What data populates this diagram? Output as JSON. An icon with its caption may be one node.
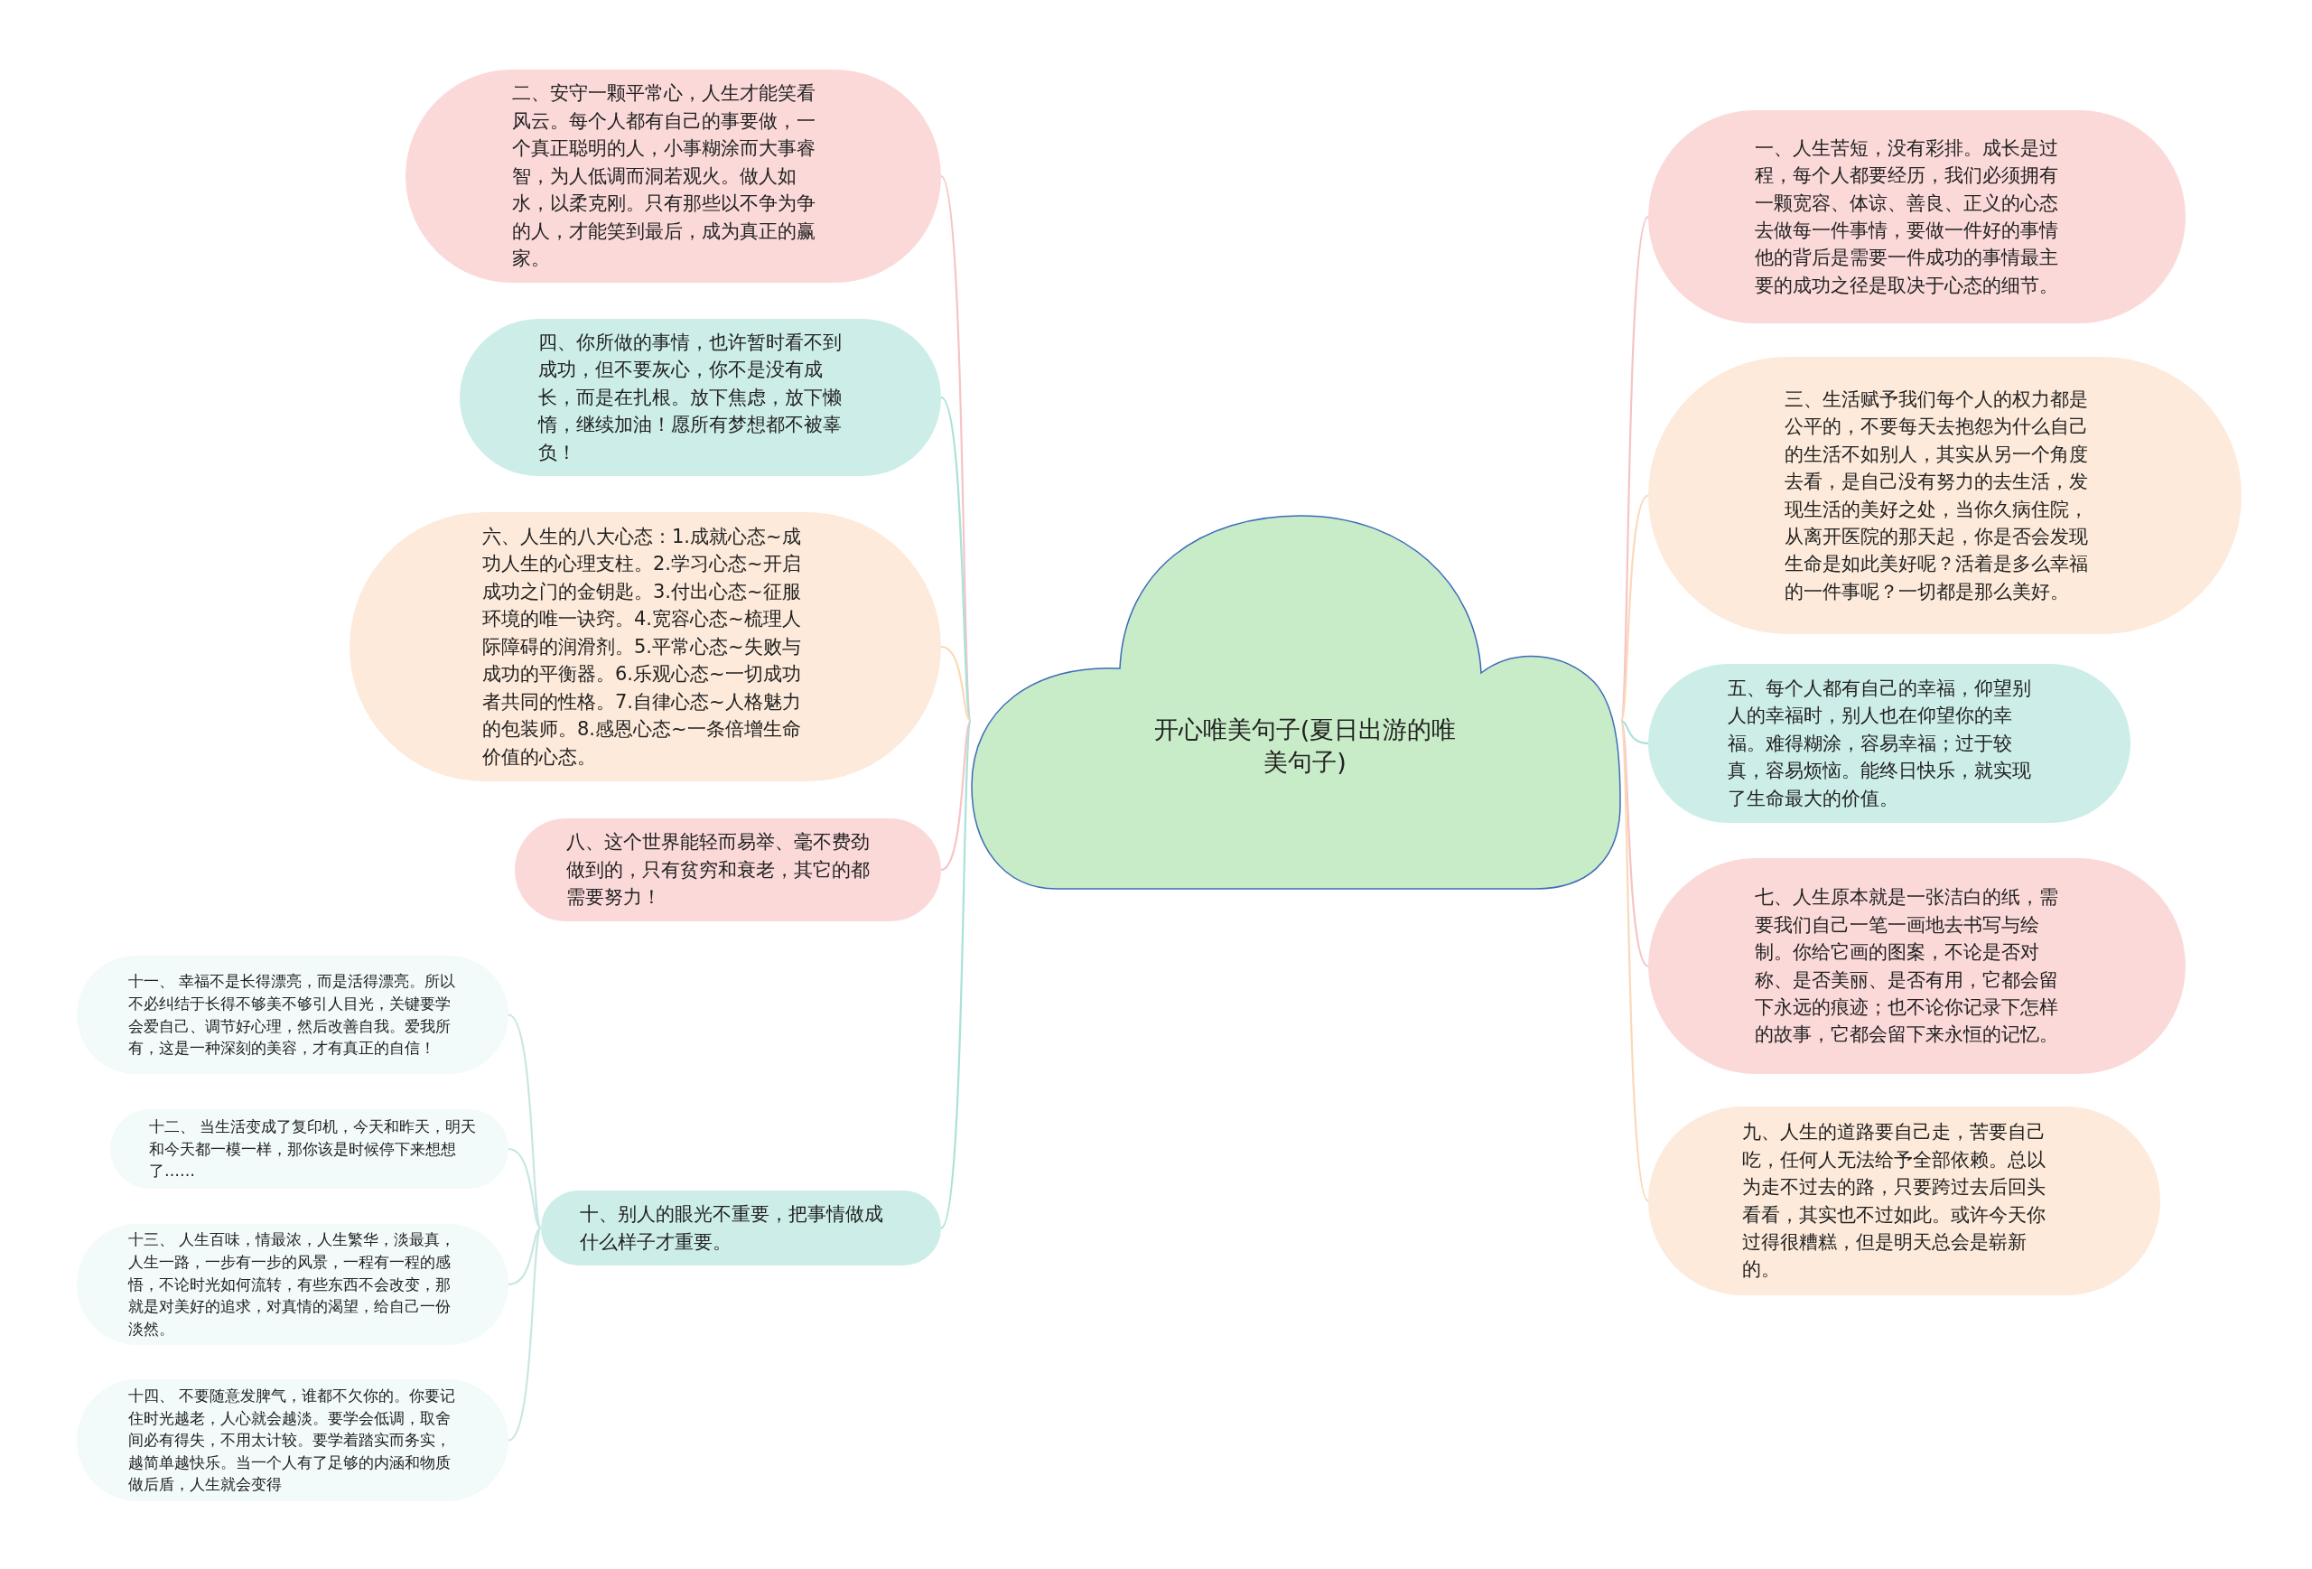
{
  "diagram": {
    "nodes": [
      {
        "text": [
          "开心唯美句子(夏日出游的唯美句子)"
        ]
      },
      {
        "text": [
          "二、安守一颗平常心，人生才能笑看风云。每个人都有自己的事要做，一个真正聪明的人，小事糊涂而大事睿智，为人低调而洞若观火。做人如水，以柔克刚。只有那些以不争为争的人，才能笑到最后，成为真正的赢家。"
        ]
      },
      {
        "text": [
          "四、你所做的事情，也许暂时看不到成功，但不要灰心，你不是没有成长，而是在扎根。放下焦虑，放下懒惰，继续加油！愿所有梦想都不被辜负！"
        ]
      },
      {
        "text": [
          "六、人生的八大心态：1.成就心态~成功人生的心理支柱。2.学习心态~开启成功之门的金钥匙。3.付出心态~征服环境的唯一诀窍。4.宽容心态~梳理人际障碍的润滑剂。5.平常心态~失败与成功的平衡器。6.乐观心态~一切成功者共同的性格。7.自律心态~人格魅力的包装师。8.感恩心态~一条倍增生命价值的心态。"
        ]
      },
      {
        "text": [
          "八、这个世界能轻而易举、毫不费劲做到的，只有贫穷和衰老，其它的都需要努力！"
        ]
      },
      {
        "text": [
          "十、别人的眼光不重要，把事情做成什么样子才重要。"
        ]
      },
      {
        "text": [
          "十一、 幸福不是长得漂亮，而是活得漂亮。所以不必纠结于长得不够美不够引人目光，关键要学会爱自己、调节好心理，然后改善自我。爱我所有，这是一种深刻的美容，才有真正的自信！"
        ]
      },
      {
        "text": [
          "十二、 当生活变成了复印机，今天和昨天，明天和今天都一模一样，那你该是时候停下来想想了……"
        ]
      },
      {
        "text": [
          "十三、 人生百味，情最浓，人生繁华，淡最真，人生一路，一步有一步的风景，一程有一程的感悟，不论时光如何流转，有些东西不会改变，那就是对美好的追求，对真情的渴望，给自己一份淡然。"
        ]
      },
      {
        "text": [
          "十四、 不要随意发脾气，谁都不欠你的。你要记住时光越老，人心就会越淡。要学会低调，取舍间必有得失，不用太计较。要学着踏实而务实，越简单越快乐。当一个人有了足够的内涵和物质做后盾，人生就会变得"
        ]
      },
      {
        "text": [
          "一、人生苦短，没有彩排。成长是过程，每个人都要经历，我们必须拥有一颗宽容、体谅、善良、正义的心态去做每一件事情，要做一件好的事情他的背后是需要一件成功的事情最主要的成功之径是取决于心态的细节。"
        ]
      },
      {
        "text": [
          "三、生活赋予我们每个人的权力都是公平的，不要每天去抱怨为什么自己的生活不如别人，其实从另一个角度去看，是自己没有努力的去生活，发现生活的美好之处，当你久病住院，从离开医院的那天起，你是否会发现生命是如此美好呢？活着是多么幸福的一件事呢？一切都是那么美好。"
        ]
      },
      {
        "text": [
          "五、每个人都有自己的幸福，仰望别人的幸福时，别人也在仰望你的幸福。难得糊涂，容易幸福；过于较真，容易烦恼。能终日快乐，就实现了生命最大的价值。"
        ]
      },
      {
        "text": [
          "七、人生原本就是一张洁白的纸，需要我们自己一笔一画地去书写与绘制。你给它画的图案，不论是否对称、是否美丽、是否有用，它都会留下永远的痕迹；也不论你记录下怎样的故事，它都会留下来永恒的记忆。"
        ]
      },
      {
        "text": [
          "九、人生的道路要自己走，苦要自己吃，任何人无法给予全部依赖。总以为走不过去的路，只要跨过去后回头看看，其实也不过如此。或许今天你过得很糟糕，但是明天总会是崭新的。"
        ]
      }
    ],
    "edges": [
      {
        "from": 0,
        "to": 1,
        "arrow": "none",
        "color": "#f6c4c4"
      },
      {
        "from": 0,
        "to": 2,
        "arrow": "none",
        "color": "#a9e2d8"
      },
      {
        "from": 0,
        "to": 3,
        "arrow": "none",
        "color": "#fbd9b8"
      },
      {
        "from": 0,
        "to": 4,
        "arrow": "none",
        "color": "#f6c4c4"
      },
      {
        "from": 0,
        "to": 5,
        "arrow": "none",
        "color": "#a9e2d8"
      },
      {
        "from": 5,
        "to": 6,
        "arrow": "none",
        "color": "#c9e6e3"
      },
      {
        "from": 5,
        "to": 7,
        "arrow": "none",
        "color": "#c9e6e3"
      },
      {
        "from": 5,
        "to": 8,
        "arrow": "none",
        "color": "#c9e6e3"
      },
      {
        "from": 5,
        "to": 9,
        "arrow": "none",
        "color": "#c9e6e3"
      },
      {
        "from": 0,
        "to": 10,
        "arrow": "none",
        "color": "#f6c4c4"
      },
      {
        "from": 0,
        "to": 11,
        "arrow": "none",
        "color": "#fbd9b8"
      },
      {
        "from": 0,
        "to": 12,
        "arrow": "none",
        "color": "#a9e2d8"
      },
      {
        "from": 0,
        "to": 13,
        "arrow": "none",
        "color": "#f6c4c4"
      },
      {
        "from": 0,
        "to": 14,
        "arrow": "none",
        "color": "#fbd9b8"
      }
    ]
  }
}
